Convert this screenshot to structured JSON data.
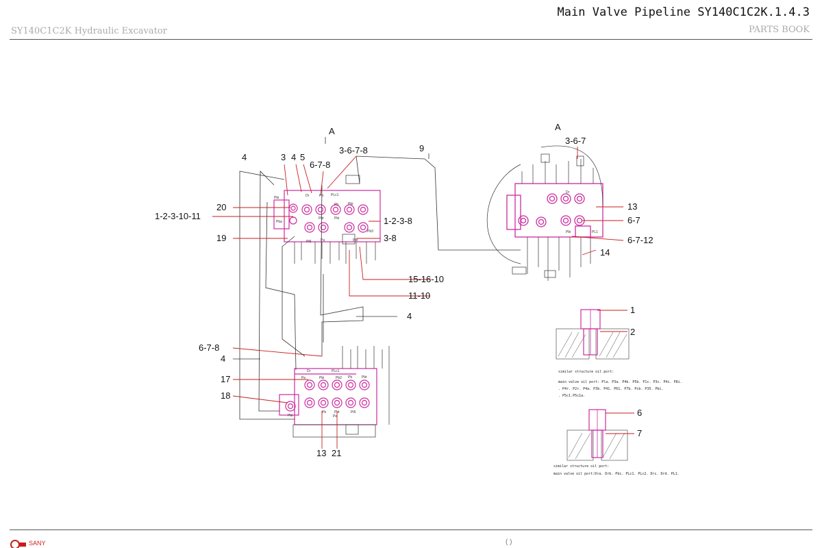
{
  "header": {
    "title": "Main Valve Pipeline SY140C1C2K.1.4.3",
    "model": "SY140C1C2K Hydraulic Excavator",
    "book": "PARTS BOOK"
  },
  "callouts": {
    "A_top": "A",
    "A_right": "A",
    "c4a": "4",
    "c3": "3",
    "c4b": "4",
    "c5": "5",
    "c678a": "6-7-8",
    "c3678": "3-6-7-8",
    "c9": "9",
    "c20": "20",
    "c1231011": "1-2-3-10-11",
    "c19": "19",
    "c1238": "1-2-3-8",
    "c38": "3-8",
    "c151610": "15-16-10",
    "c1110": "11-10",
    "c4c": "4",
    "c678b": "6-7-8",
    "c4d": "4",
    "c17": "17",
    "c18": "18",
    "c13a": "13",
    "c21": "21",
    "c367r": "3-6-7",
    "c13b": "13",
    "c67r": "6-7",
    "c6712": "6-7-12",
    "c14": "14",
    "c1": "1",
    "c2": "2",
    "c6": "6",
    "c7": "7"
  },
  "ports": {
    "upper": [
      "Pbi",
      "Dr",
      "Pb",
      "PLc1",
      "Pb",
      "Pbr",
      "Pba",
      "Pbt",
      "Pa",
      "Pt5",
      "Pbt",
      "Pb3",
      "Pbi"
    ],
    "lower": [
      "Dr",
      "PLc1",
      "Pe",
      "Pbi",
      "Pb2",
      "Pb",
      "Pbt",
      "Pbi",
      "Pb",
      "Pbt",
      "Pt5",
      "Pe"
    ],
    "right": [
      "Dr",
      "Pbi",
      "PL1"
    ]
  },
  "notes": {
    "n1_title": "similar structure oil port:",
    "n1_line1": "main valve oil port: Pla. P3a. P4b. P5b. P1c. P3c. P4i. P8i.",
    "n1_line2": ". P4r. P2r. P4a. P3b. P41. P61. P7b. Pcb. P35. Pbi.",
    "n1_line3": ". P5c1.P5c1a.",
    "n2_title": "similar structure oil port:",
    "n2_line1": "main valve oil port:Dra. Drb. Pbi. PLc1. PLc2. Drc. Drd. PL1."
  },
  "footer": {
    "brand": "SANY",
    "page": "(  )"
  },
  "colors": {
    "valve": "#cc2a9e",
    "leader": "#c81e1e",
    "line": "#222222"
  }
}
